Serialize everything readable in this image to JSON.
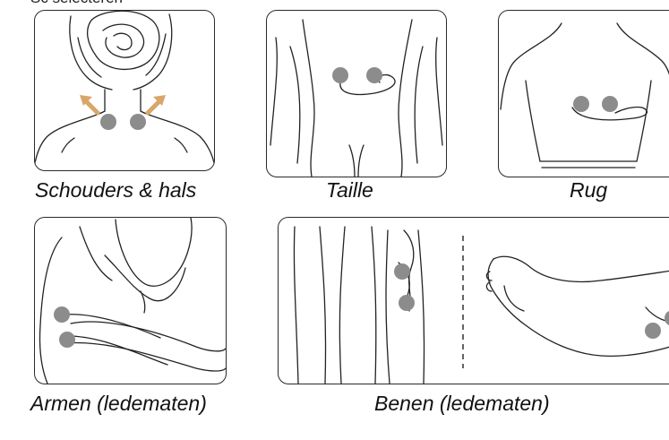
{
  "header_fragment": "Sc  selecteren",
  "panels": [
    {
      "caption": "Schouders & hals"
    },
    {
      "caption": "Taille"
    },
    {
      "caption": "Rug"
    },
    {
      "caption": "Armen (ledematen)"
    },
    {
      "caption": "Benen (ledematen)"
    }
  ],
  "colors": {
    "pad": "#8c8c8c",
    "arrow": "#d9a66a",
    "line": "#222222"
  }
}
